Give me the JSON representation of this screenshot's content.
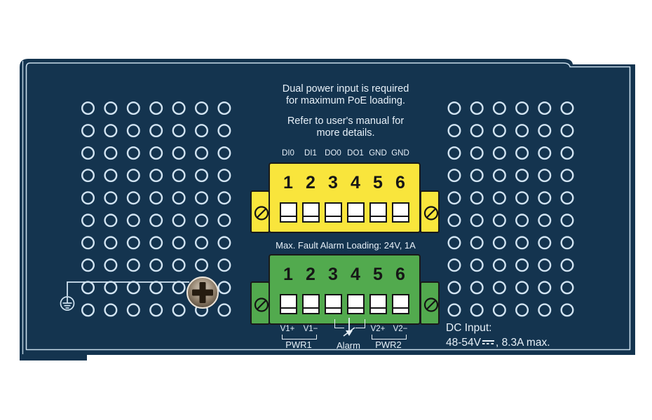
{
  "panel": {
    "notice_para1": [
      "Dual power input is required",
      "for maximum PoE loading."
    ],
    "notice_para2": [
      "Refer to user's manual for",
      "more details."
    ]
  },
  "alarm_block": {
    "pin_labels": [
      "DI0",
      "DI1",
      "DO0",
      "DO1",
      "GND",
      "GND"
    ],
    "pin_numbers": [
      "1",
      "2",
      "3",
      "4",
      "5",
      "6"
    ],
    "max_loading_note": "Max. Fault Alarm Loading: 24V, 1A"
  },
  "power_block": {
    "pin_numbers": [
      "1",
      "2",
      "3",
      "4",
      "5",
      "6"
    ],
    "v1_plus": "V1+",
    "v1_minus": "V1−",
    "v2_plus": "V2+",
    "v2_minus": "V2−",
    "group_pwr1": "PWR1",
    "group_alarm": "Alarm",
    "group_pwr2": "PWR2"
  },
  "dc_input": {
    "title": "DC Input:",
    "voltage_prefix": "48-54V",
    "rating_suffix": ", 8.3A max."
  },
  "vents": {
    "left_grid": {
      "columns": 7,
      "rows": 10
    },
    "right_grid": {
      "columns": 6,
      "rows": 10
    }
  },
  "colors": {
    "panel": "#14344F",
    "outline": "#C8DCEA",
    "vent": "#D2E4F2",
    "text": "#E7F0F8",
    "alarm_block": "#F9E53C",
    "power_block": "#52AA4E"
  }
}
